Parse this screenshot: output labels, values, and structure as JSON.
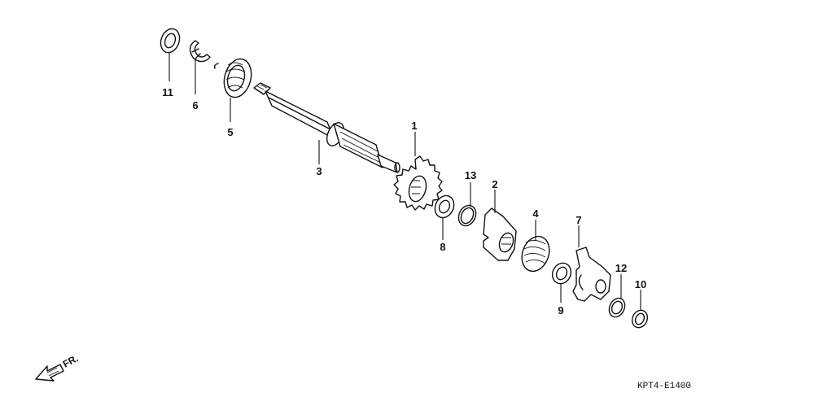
{
  "diagram": {
    "callouts": {
      "c1": "1",
      "c2": "2",
      "c3": "3",
      "c4": "4",
      "c5": "5",
      "c6": "6",
      "c7": "7",
      "c8": "8",
      "c9": "9",
      "c10": "10",
      "c11": "11",
      "c12": "12",
      "c13": "13"
    },
    "direction_label": "FR.",
    "diagram_code": "KPT4-E1400"
  }
}
